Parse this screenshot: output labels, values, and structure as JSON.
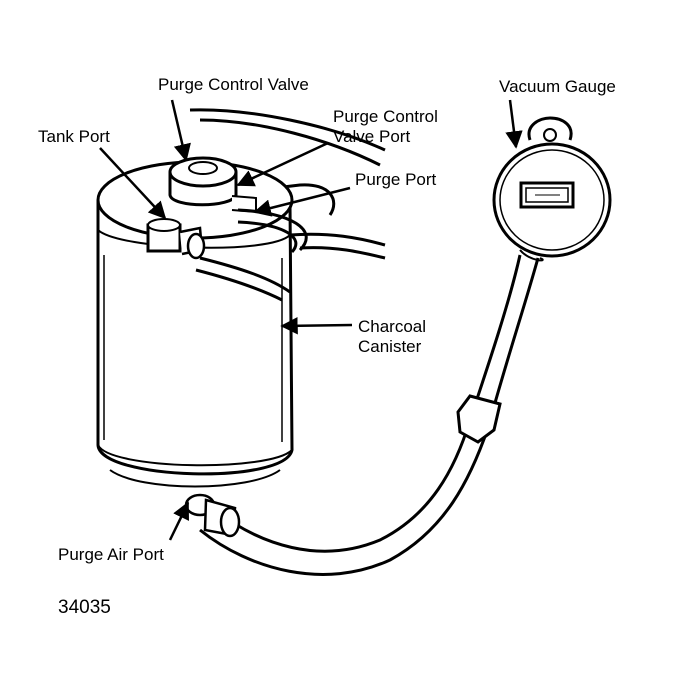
{
  "labels": {
    "purge_control_valve": "Purge Control Valve",
    "purge_control_valve_port_line1": "Purge Control",
    "purge_control_valve_port_line2": "Valve Port",
    "tank_port": "Tank Port",
    "purge_port": "Purge Port",
    "vacuum_gauge": "Vacuum Gauge",
    "charcoal_canister_line1": "Charcoal",
    "charcoal_canister_line2": "Canister",
    "purge_air_port": "Purge Air Port"
  },
  "figure_number": "34035"
}
